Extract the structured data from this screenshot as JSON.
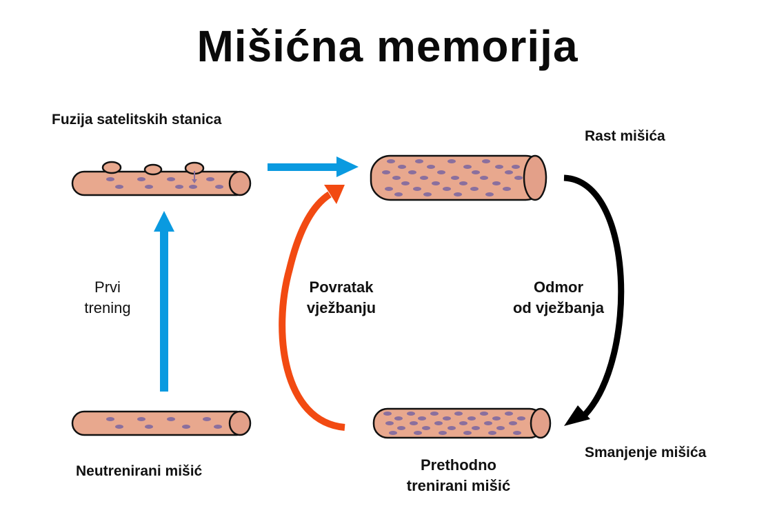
{
  "title": "Mišićna memorija",
  "labels": {
    "satellite_fusion": "Fuzija satelitskih stanica",
    "muscle_growth": "Rast mišića",
    "first_training_line1": "Prvi",
    "first_training_line2": "trening",
    "return_line1": "Povratak",
    "return_line2": "vježbanju",
    "rest_line1": "Odmor",
    "rest_line2": "od vježbanja",
    "untrained": "Neutrenirani mišić",
    "previously_trained_line1": "Prethodno",
    "previously_trained_line2": "trenirani mišić",
    "shrinkage": "Smanjenje mišića"
  },
  "colors": {
    "blue_arrow": "#0a9ae0",
    "orange_arrow": "#f24a12",
    "black_arrow": "#000000",
    "muscle_fill": "#e8a88e",
    "muscle_outline": "#111111",
    "nucleus": "#8a6f9e"
  }
}
